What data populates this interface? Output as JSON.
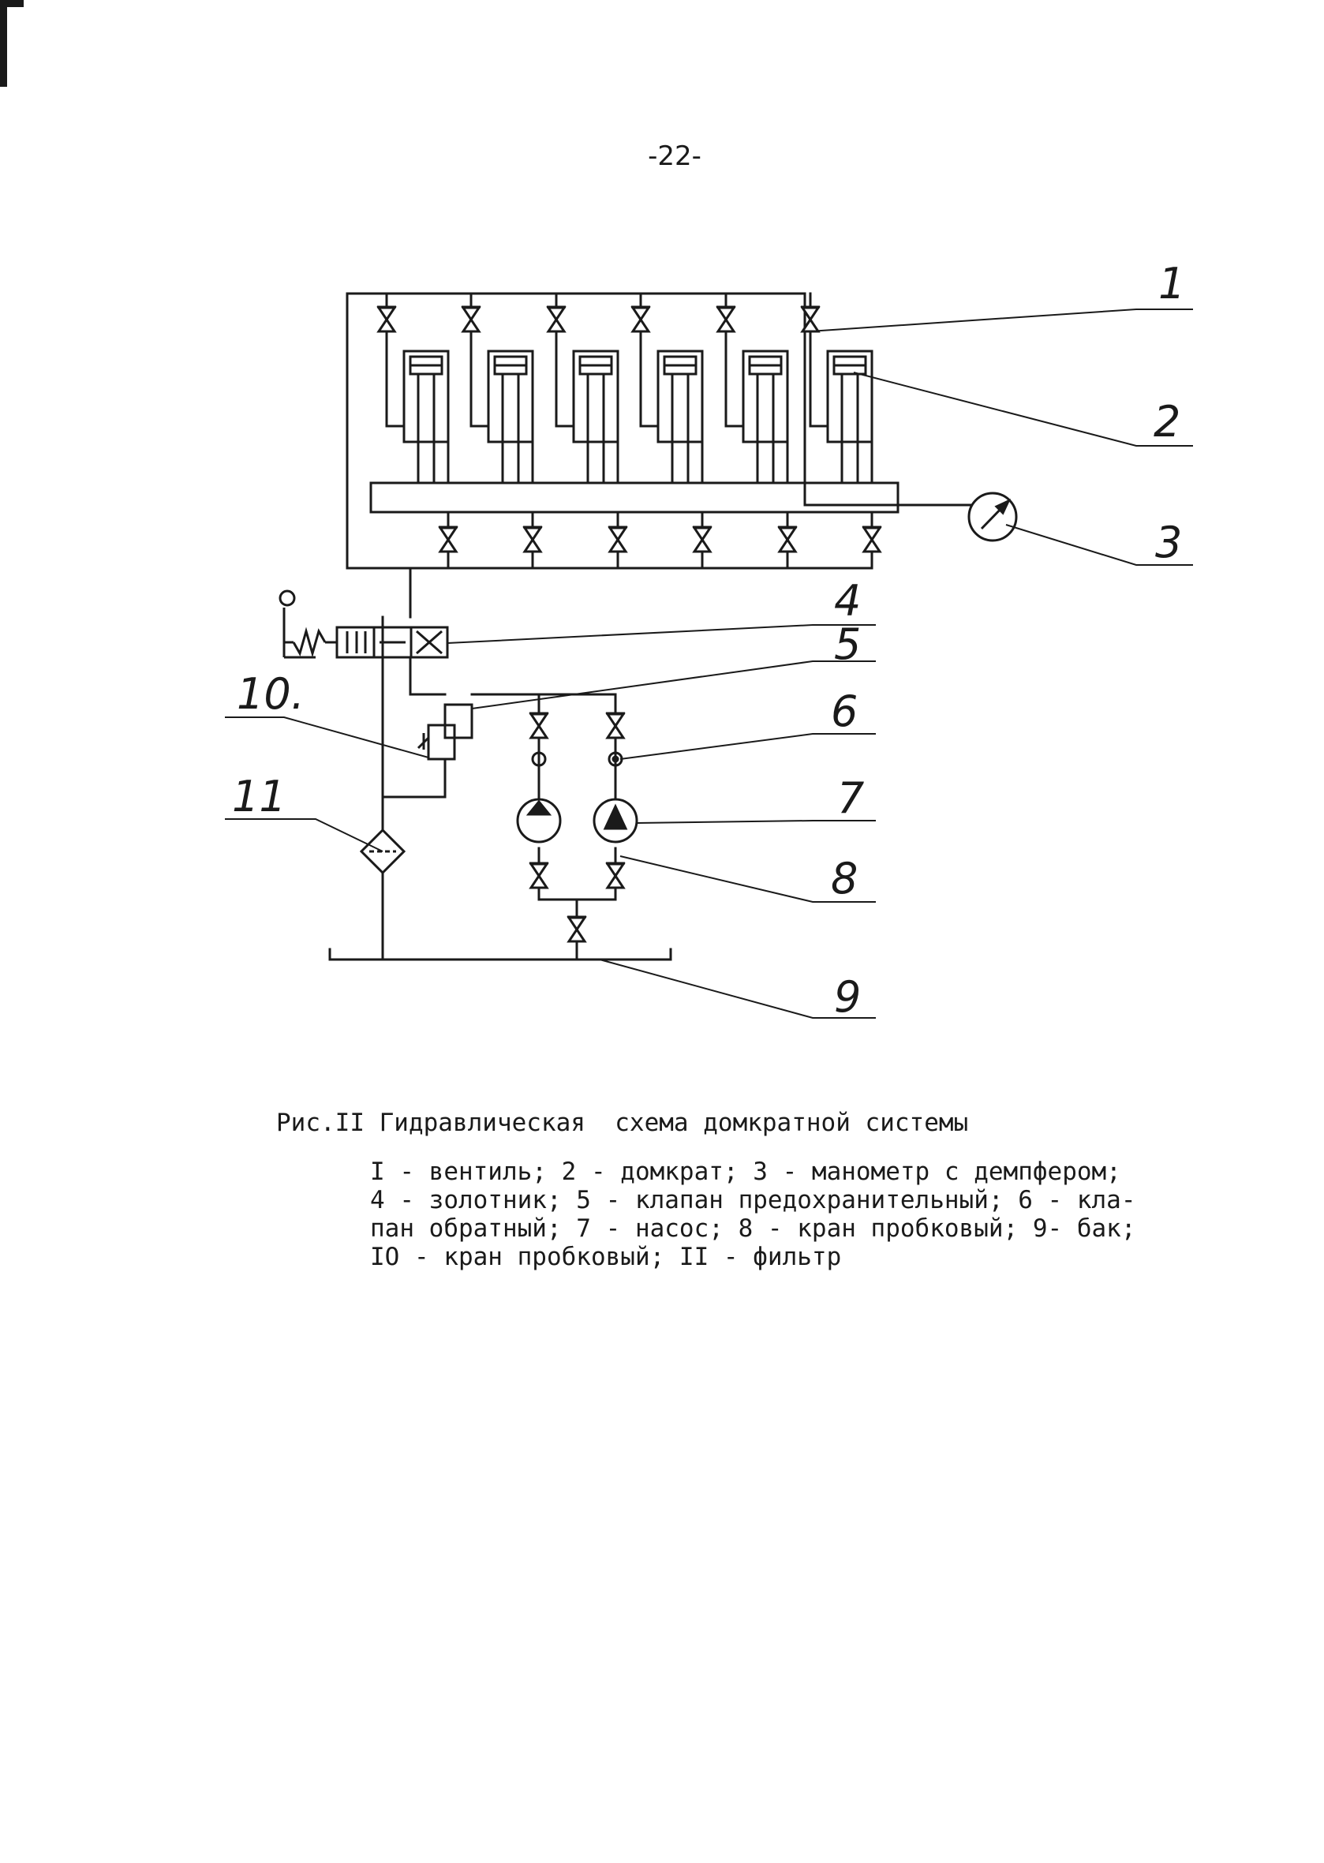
{
  "page_number": "-22-",
  "callouts": {
    "c1": "1",
    "c2": "2",
    "c3": "3",
    "c4": "4",
    "c5": "5",
    "c6": "6",
    "c7": "7",
    "c8": "8",
    "c9": "9",
    "c10": "10.",
    "c11": "11"
  },
  "caption": {
    "title": "Рис.II Гидравлическая  схема домкратной системы",
    "legend_lines": [
      "I - вентиль; 2 - домкрат; 3 - манометр с демпфером;",
      "4 - золотник; 5 - клапан предохранительный; 6 - кла-",
      "пан обратный; 7 - насос; 8 - кран пробковый; 9- бак;",
      "IO - кран пробковый; II - фильтр"
    ]
  },
  "colors": {
    "ink": "#1a1a1a",
    "paper": "#ffffff"
  }
}
